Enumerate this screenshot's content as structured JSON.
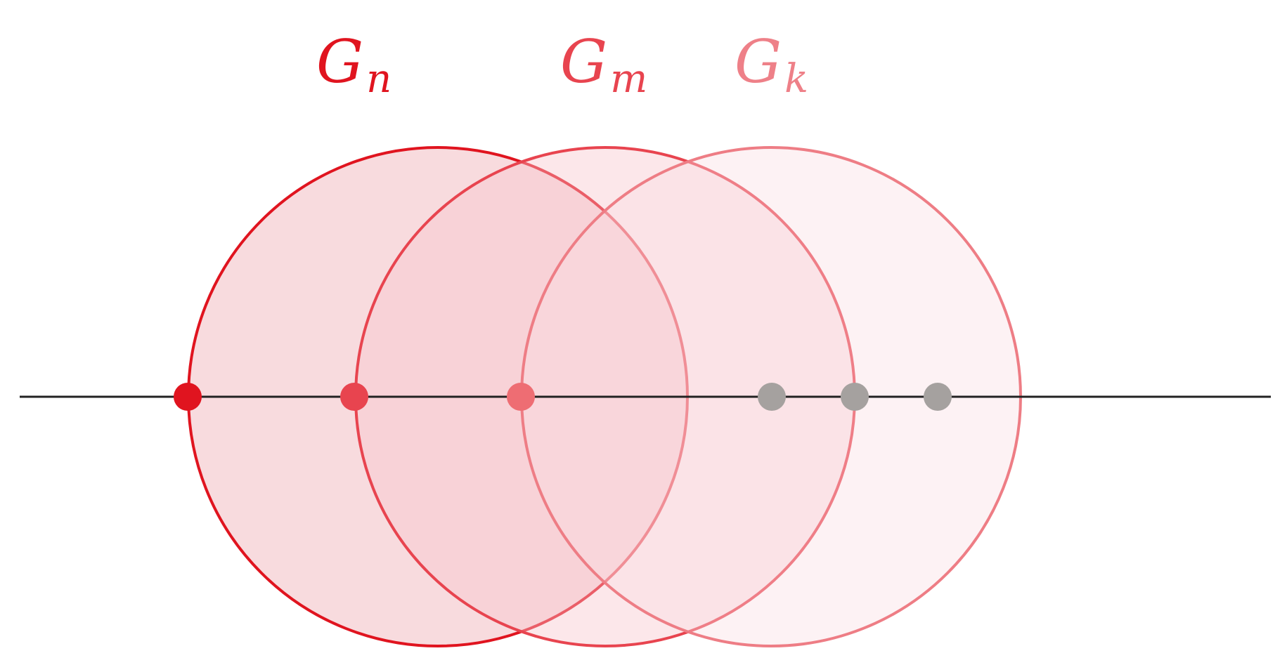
{
  "diagram": {
    "colors": {
      "axis": "#222222",
      "inactive_point": "#a5a19f"
    },
    "circles": [
      {
        "name": "G",
        "subscript": "n",
        "stroke": "#e0141f",
        "fill": "#f2b7bd",
        "fill_opacity": 0.5,
        "label_color": "#e0141f"
      },
      {
        "name": "G",
        "subscript": "m",
        "stroke": "#e8444f",
        "fill": "#f7c6cc",
        "fill_opacity": 0.42,
        "label_color": "#e8444f"
      },
      {
        "name": "G",
        "subscript": "k",
        "stroke": "#ee7d85",
        "fill": "#fbdee1",
        "fill_opacity": 0.38,
        "label_color": "#ee8088"
      }
    ],
    "points": [
      {
        "color": "#e0141f",
        "state": "active"
      },
      {
        "color": "#e8444f",
        "state": "active"
      },
      {
        "color": "#ee6d73",
        "state": "active"
      },
      {
        "color": "#a5a19f",
        "state": "inactive"
      },
      {
        "color": "#a5a19f",
        "state": "inactive"
      },
      {
        "color": "#a5a19f",
        "state": "inactive"
      }
    ]
  }
}
